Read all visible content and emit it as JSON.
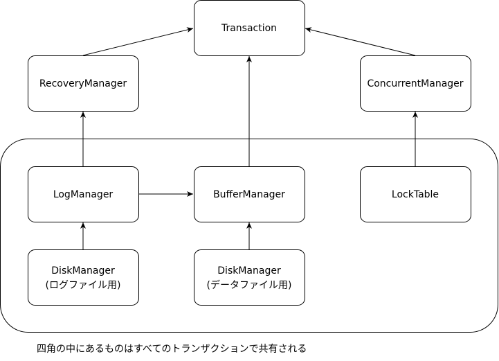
{
  "nodes": {
    "transaction": "Transaction",
    "recovery_manager": "RecoveryManager",
    "concurrent_manager": "ConcurrentManager",
    "log_manager": "LogManager",
    "buffer_manager": "BufferManager",
    "lock_table": "LockTable",
    "disk_manager_log": [
      "DiskManager",
      "(ログファイル用)"
    ],
    "disk_manager_data": [
      "DiskManager",
      "(データファイル用)"
    ]
  },
  "caption": "四角の中にあるものはすべてのトランザクションで共有される"
}
